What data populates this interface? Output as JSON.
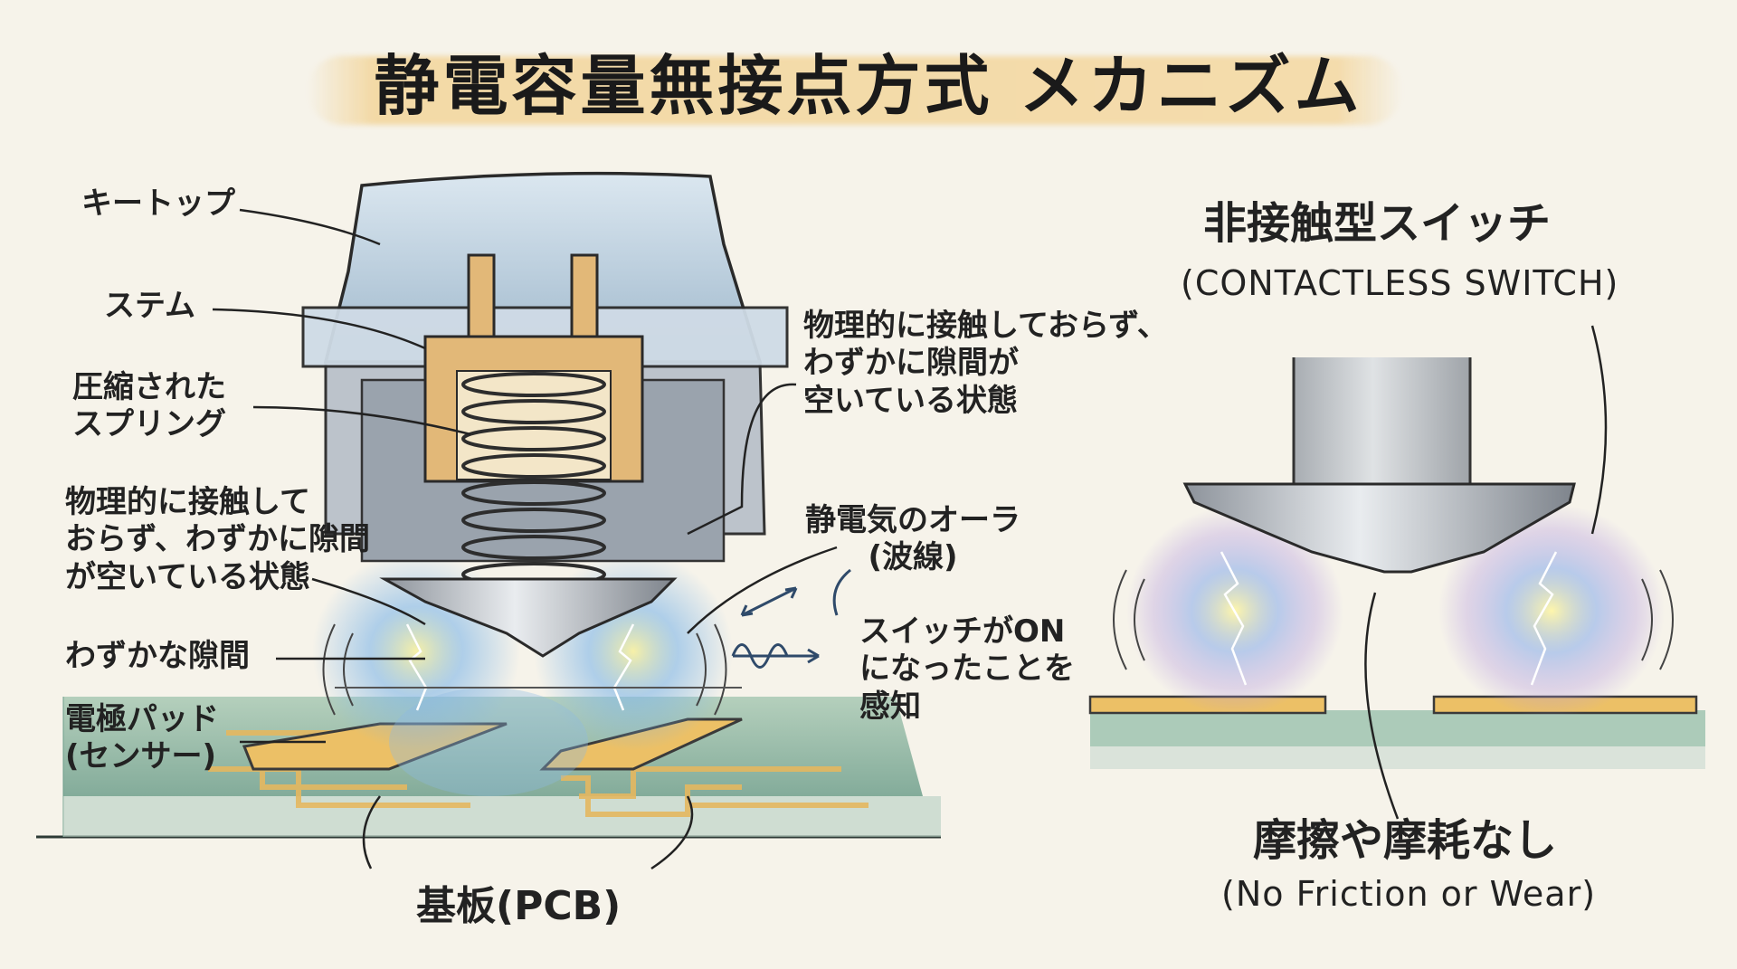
{
  "title": "静電容量無接点方式 メカニズム",
  "left_labels": {
    "keytop": "キートップ",
    "stem": "ステム",
    "spring": "圧縮された\nスプリング",
    "gap_note": "物理的に接触して\nおらず、わずかに隙間\nが空いている状態",
    "small_gap": "わずかな隙間",
    "electrode": "電極パッド\n(センサー)",
    "pcb": "基板(PCB)"
  },
  "middle_labels": {
    "gap_note": "物理的に接触しておらず、\nわずかに隙間が\n空いている状態",
    "aura": "静電気のオーラ\n(波線)",
    "on_detect": "スイッチがON\nになったことを\n感知"
  },
  "right_labels": {
    "heading": "非接触型スイッチ",
    "heading_en": "(CONTACTLESS SWITCH)",
    "no_wear": "摩擦や摩耗なし",
    "no_wear_en": "(No Friction or Wear)"
  },
  "colors": {
    "title_wash": "#f0c46e",
    "keytop": "#b9cfe0",
    "stem": "#e2b878",
    "pcb": "#8fb8a4",
    "electrode": "#ecc066",
    "aura_blue": "#6fa8e0",
    "aura_yellow": "#f3e27a"
  }
}
